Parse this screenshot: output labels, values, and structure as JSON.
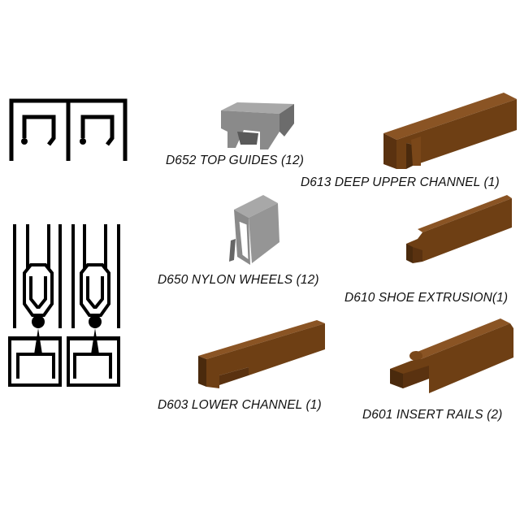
{
  "colors": {
    "bronze": "#6e3f14",
    "bronze_light": "#8a5424",
    "bronze_dark": "#4a2a0d",
    "gray": "#8a8a8a",
    "gray_light": "#a8a8a8",
    "gray_dark": "#666666",
    "ink": "#000000"
  },
  "parts": [
    {
      "code": "D652",
      "label": "D652 TOP GUIDES (12)",
      "icon": "top-guide-icon"
    },
    {
      "code": "D613",
      "label": "D613 DEEP UPPER CHANNEL (1)",
      "icon": "deep-upper-channel-icon"
    },
    {
      "code": "D650",
      "label": "D650 NYLON WHEELS (12)",
      "icon": "nylon-wheel-icon"
    },
    {
      "code": "D610",
      "label": "D610 SHOE EXTRUSION(1)",
      "icon": "shoe-extrusion-icon"
    },
    {
      "code": "D603",
      "label": "D603 LOWER CHANNEL (1)",
      "icon": "lower-channel-icon"
    },
    {
      "code": "D601",
      "label": "D601 INSERT RAILS (2)",
      "icon": "insert-rails-icon"
    }
  ]
}
